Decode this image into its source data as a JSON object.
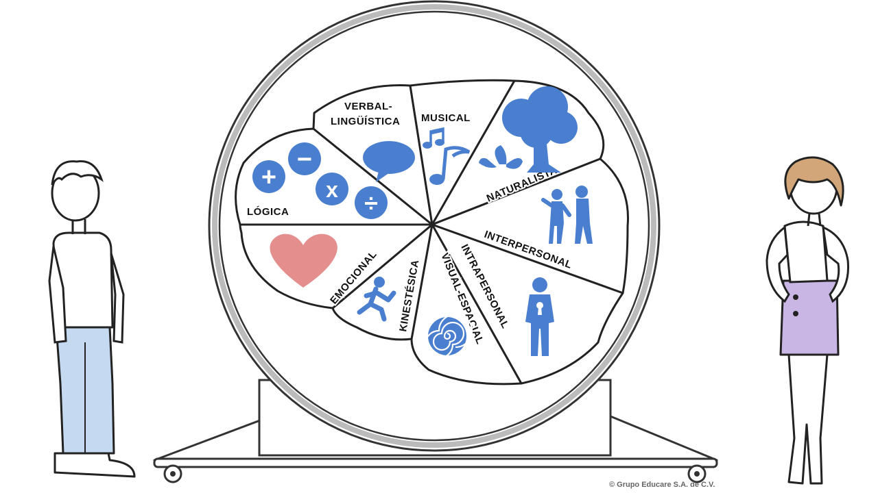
{
  "diagram": {
    "segments": [
      {
        "id": "logica",
        "label": "LÓGICA",
        "icon": "math-operators-icon"
      },
      {
        "id": "verbal",
        "label_line1": "VERBAL-",
        "label_line2": "LINGÜÍSTICA",
        "icon": "speech-bubble-icon"
      },
      {
        "id": "musical",
        "label": "MUSICAL",
        "icon": "music-notes-icon"
      },
      {
        "id": "naturalista",
        "label": "NATURALISTA",
        "icon": "tree-butterfly-icon"
      },
      {
        "id": "interpersonal",
        "label": "INTERPERSONAL",
        "icon": "two-people-icon"
      },
      {
        "id": "intrapersonal",
        "label": "INTRAPERSONAL",
        "icon": "person-keyhole-icon"
      },
      {
        "id": "visual",
        "label": "VISUAL-ESPACIAL",
        "icon": "spiral-icon"
      },
      {
        "id": "kinestesica",
        "label": "KINESTÉSICA",
        "icon": "runner-icon"
      },
      {
        "id": "emocional",
        "label": "EMOCIONAL",
        "icon": "heart-icon"
      }
    ],
    "math_symbols": [
      "+",
      "−",
      "x",
      "÷"
    ],
    "icon_color": "#4a7fcf",
    "heart_color": "#e07a7a",
    "skirt_color": "#c9b6e4",
    "jeans_color": "#c5d9f1"
  },
  "copyright": "© Grupo Educare S.A. de C.V."
}
